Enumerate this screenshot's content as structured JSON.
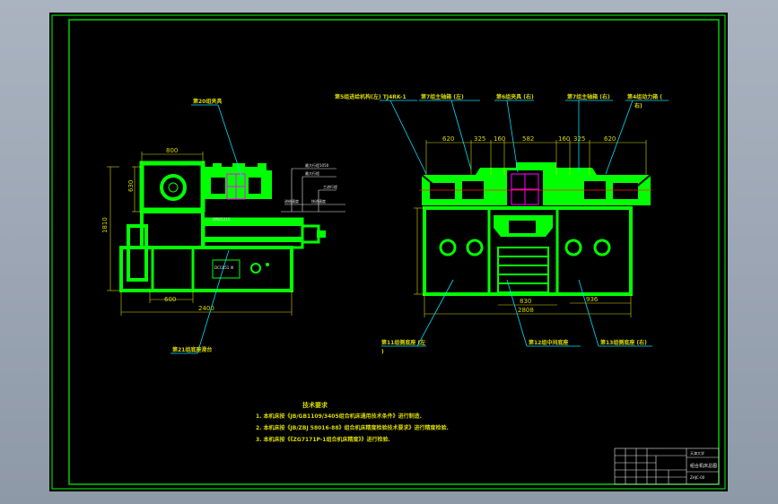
{
  "views": {
    "left": {
      "dims": {
        "top": "800",
        "left": "630",
        "height": "1810",
        "base": "600",
        "total": "2400"
      },
      "small_labels": {
        "motor": "DM25310",
        "plate": "DCC851 III"
      },
      "callouts": {
        "top": "第20组夹具",
        "bottom": "第21组底座滑台"
      },
      "detail": {
        "line1": "最大行程1050",
        "line2": "最大行程",
        "line3": "工进行程",
        "line4": "进给速度",
        "line5": "快进速度"
      }
    },
    "right": {
      "dims": {
        "a": "620",
        "b": "325",
        "c": "160",
        "d": "582",
        "e": "160",
        "f": "325",
        "g": "620",
        "base1": "830",
        "base2": "2808",
        "base3": "936"
      },
      "callouts": {
        "c1": "第5组进给机构(左) TJ4RK-1",
        "c2": "第7组主轴箱 (左)",
        "c3": "第6组夹具 (右)",
        "c4": "第7组主轴箱 (右)",
        "c5": "第4组动力箱 (",
        "c5b": "右)",
        "b1": "第11组侧底座 (左",
        "b1b": ")",
        "b2": "第12组中间底座",
        "b3": "第13组侧底座 (右)"
      }
    }
  },
  "notes": {
    "title": "技术要求",
    "items": [
      "1. 本机床按《JB/GB1109/3405组合机床通用技术条件》进行制造.",
      "2. 本机床按《JB/ZBJ 58016-88》组合机床精度检验技术要求》进行精度检验.",
      "3. 本机床按《《ZG7171P-1组合机床精度》》进行检验."
    ]
  },
  "title_block": {
    "company": "天津大学",
    "drawing_name": "组合机床总图",
    "drawing_no": "ZHJC-00"
  }
}
